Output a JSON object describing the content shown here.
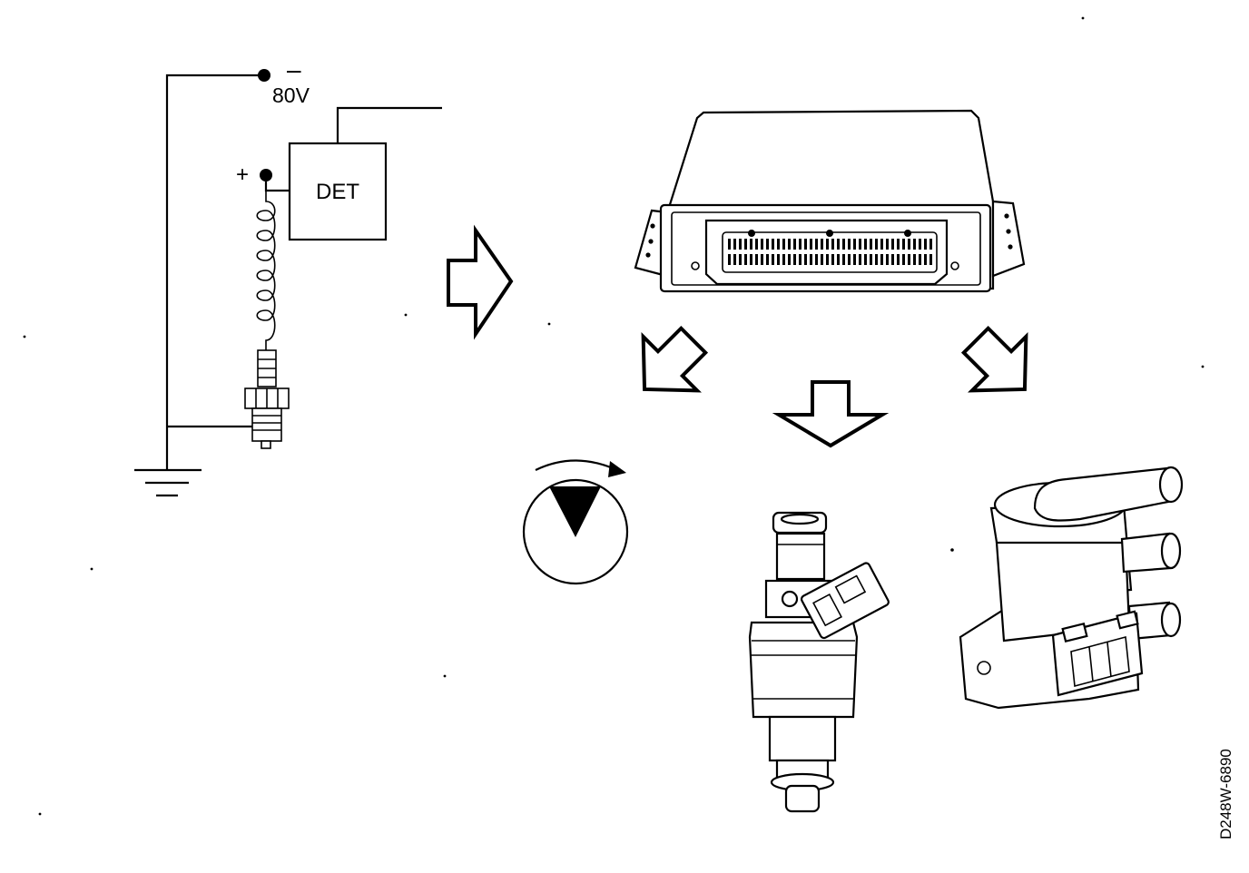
{
  "circuit": {
    "voltage_label": "80V",
    "minus_sign": "–",
    "plus_sign": "+",
    "detector_label": "DET"
  },
  "reference_code": "D248W-6890",
  "icons": {
    "flow_arrows": "hollow-block-arrow-icon",
    "control_unit": "ecu-connector-housing-icon",
    "ignition_timing": "rotating-timing-dial-icon",
    "injector": "fuel-injector-icon",
    "idle_valve": "idle-air-control-valve-icon",
    "spark_plug": "spark-plug-icon",
    "ground": "ground-symbol-icon",
    "coil": "coil-winding-icon"
  },
  "colors": {
    "ink": "#000000",
    "paper": "#ffffff"
  }
}
